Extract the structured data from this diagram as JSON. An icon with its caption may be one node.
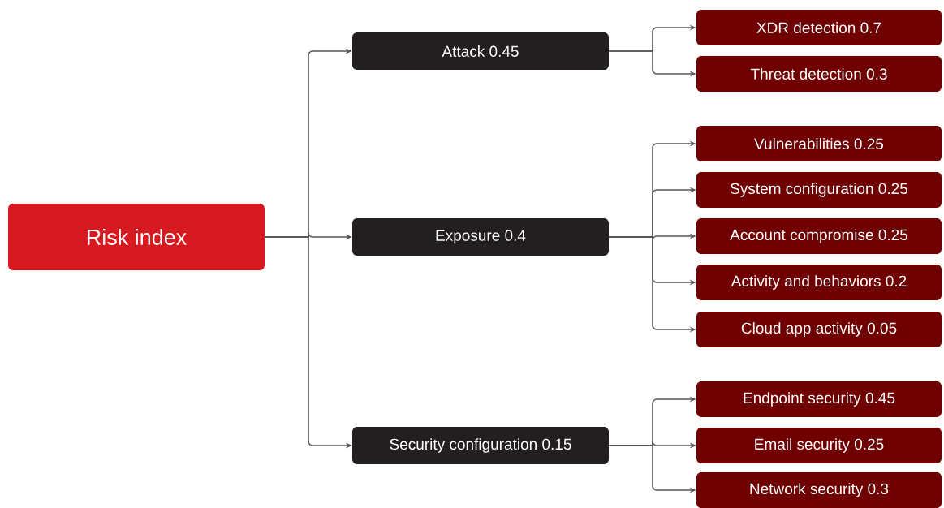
{
  "diagram": {
    "nodes": [
      {
        "text": [
          "Risk index"
        ]
      },
      {
        "text": [
          "Attack 0.45"
        ]
      },
      {
        "text": [
          "Exposure 0.4"
        ]
      },
      {
        "text": [
          "Security configuration 0.15"
        ]
      },
      {
        "text": [
          "XDR detection 0.7"
        ]
      },
      {
        "text": [
          "Threat detection 0.3"
        ]
      },
      {
        "text": [
          "Vulnerabilities 0.25"
        ]
      },
      {
        "text": [
          "System configuration 0.25"
        ]
      },
      {
        "text": [
          "Account compromise 0.25"
        ]
      },
      {
        "text": [
          "Activity and behaviors 0.2"
        ]
      },
      {
        "text": [
          "Cloud app activity 0.05"
        ]
      },
      {
        "text": [
          "Endpoint security 0.45"
        ]
      },
      {
        "text": [
          "Email security 0.25"
        ]
      },
      {
        "text": [
          "Network security 0.3"
        ]
      }
    ],
    "edges": [
      {
        "from": 0,
        "to": 1,
        "arrow": "to"
      },
      {
        "from": 0,
        "to": 2,
        "arrow": "to"
      },
      {
        "from": 0,
        "to": 3,
        "arrow": "to"
      },
      {
        "from": 1,
        "to": 4,
        "arrow": "to"
      },
      {
        "from": 1,
        "to": 5,
        "arrow": "to"
      },
      {
        "from": 2,
        "to": 6,
        "arrow": "to"
      },
      {
        "from": 2,
        "to": 7,
        "arrow": "to"
      },
      {
        "from": 2,
        "to": 8,
        "arrow": "to"
      },
      {
        "from": 2,
        "to": 9,
        "arrow": "to"
      },
      {
        "from": 2,
        "to": 10,
        "arrow": "to"
      },
      {
        "from": 3,
        "to": 11,
        "arrow": "to"
      },
      {
        "from": 3,
        "to": 12,
        "arrow": "to"
      },
      {
        "from": 3,
        "to": 13,
        "arrow": "to"
      }
    ]
  }
}
